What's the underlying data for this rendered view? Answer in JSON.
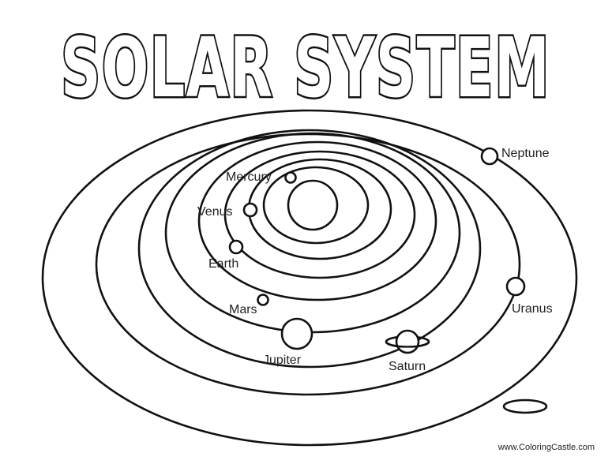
{
  "title": "SOLAR SYSTEM",
  "planets": [
    {
      "name": "Mercury"
    },
    {
      "name": "Venus"
    },
    {
      "name": "Earth"
    },
    {
      "name": "Mars"
    },
    {
      "name": "Jupiter"
    },
    {
      "name": "Saturn"
    },
    {
      "name": "Uranus"
    },
    {
      "name": "Neptune"
    }
  ],
  "credit": "www.ColoringCastle.com",
  "colors": {
    "line": "#111111",
    "background": "#ffffff"
  }
}
